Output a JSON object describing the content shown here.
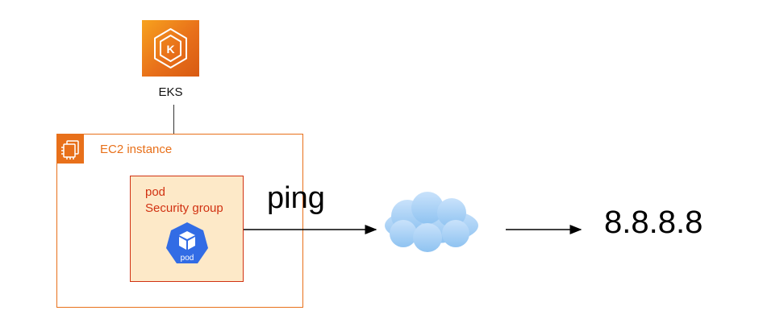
{
  "eks": {
    "label": "EKS",
    "icon": "eks-icon",
    "brand_color": "#e8701a"
  },
  "ec2": {
    "label": "EC2 instance",
    "icon": "ec2-icon",
    "color": "#e8701a"
  },
  "pod": {
    "title": "pod",
    "security_group": "Security group",
    "icon": "kubernetes-pod-icon",
    "icon_label": "pod",
    "box_color": "#fde9c8",
    "border_color": "#d13212",
    "icon_color": "#326ce5"
  },
  "flow": {
    "ping_label": "ping",
    "internet_icon": "cloud-icon",
    "target": "8.8.8.8"
  }
}
